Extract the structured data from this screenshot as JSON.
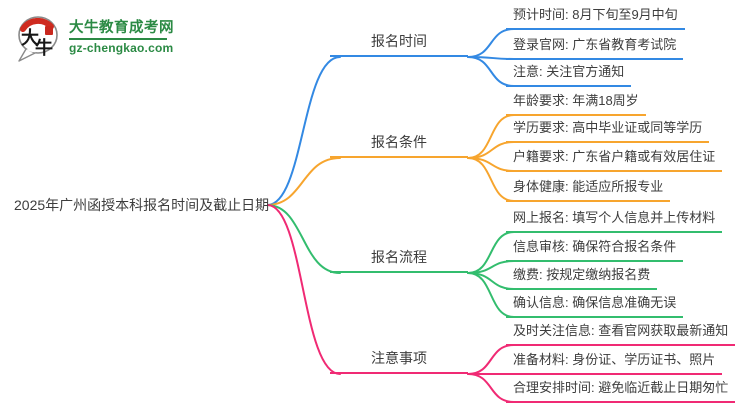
{
  "logo": {
    "mark_char1": "大",
    "mark_char2": "牛",
    "site_name": "大牛教育成考网",
    "site_domain": "gz-chengkao.com",
    "green": "#2b8a44",
    "red": "#cf2b20"
  },
  "central_topic": "2025年广州函授本科报名时间及截止日期",
  "branches": [
    {
      "label": "报名时间",
      "color": "#3389e3",
      "leaves": [
        "预计时间: 8月下旬至9月中旬",
        "登录官网: 广东省教育考试院",
        "注意: 关注官方通知"
      ]
    },
    {
      "label": "报名条件",
      "color": "#f7a52e",
      "leaves": [
        "年龄要求: 年满18周岁",
        "学历要求: 高中毕业证或同等学历",
        "户籍要求: 广东省户籍或有效居住证",
        "身体健康: 能适应所报专业"
      ]
    },
    {
      "label": "报名流程",
      "color": "#33bd6e",
      "leaves": [
        "网上报名: 填写个人信息并上传材料",
        "信息审核: 确保符合报名条件",
        "缴费: 按规定缴纳报名费",
        "确认信息: 确保信息准确无误"
      ]
    },
    {
      "label": "注意事项",
      "color": "#f02a74",
      "leaves": [
        "及时关注信息: 查看官网获取最新通知",
        "准备材料: 身份证、学历证书、照片",
        "合理安排时间: 避免临近截止日期匆忙"
      ]
    }
  ]
}
